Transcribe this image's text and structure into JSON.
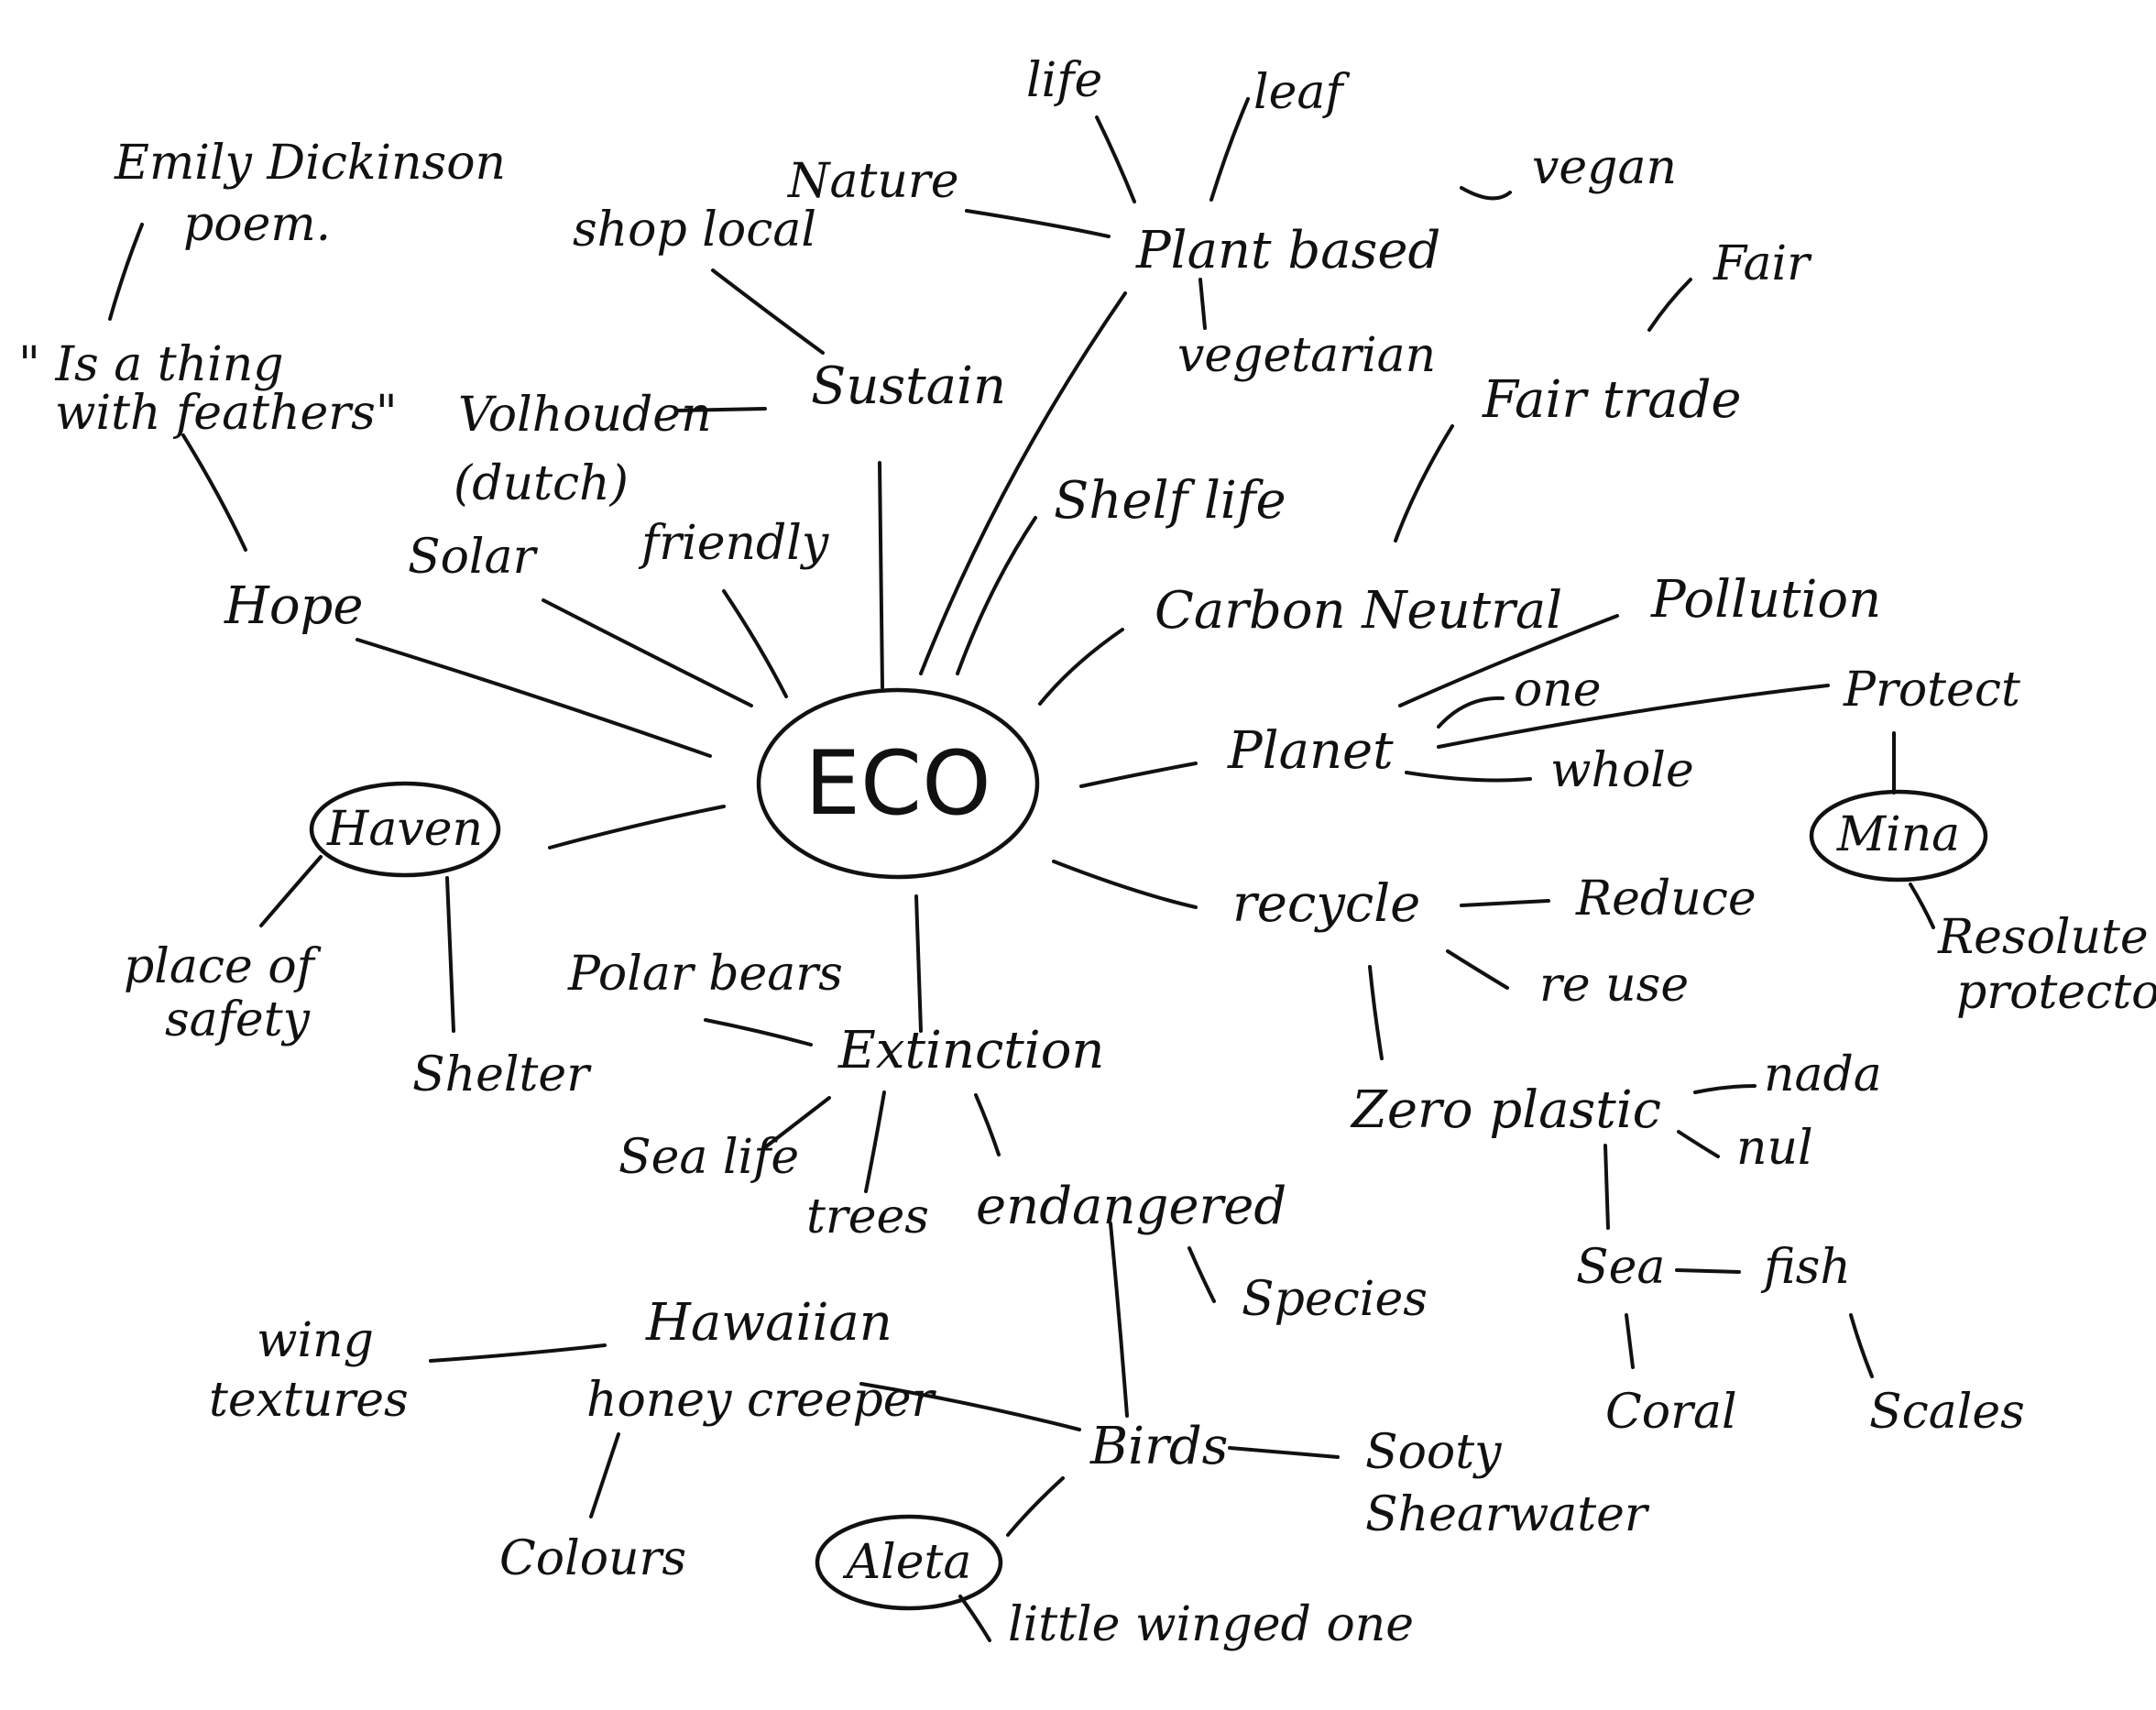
{
  "center": "ECO",
  "nodes": {
    "emily": [
      "Emily Dickinson",
      "poem."
    ],
    "quote": [
      "\" Is a thing",
      "with feathers\""
    ],
    "hope": "Hope",
    "shop_local": "shop local",
    "nature": "Nature",
    "volhouden": [
      "Volhouden",
      "(dutch)"
    ],
    "sustain": "Sustain",
    "solar": "Solar",
    "friendly": "friendly",
    "life": "life",
    "leaf": "leaf",
    "plant_based": "Plant based",
    "vegan": "vegan",
    "vegetarian": "vegetarian",
    "fair": "Fair",
    "fair_trade": "Fair trade",
    "shelf_life": "Shelf life",
    "carbon_neutral": "Carbon Neutral",
    "pollution": "Pollution",
    "one": "one",
    "protect": "Protect",
    "planet": "Planet",
    "whole": "whole",
    "mina": "Mina",
    "resolute": [
      "Resolute",
      "protector"
    ],
    "haven": "Haven",
    "place_of_safety": [
      "place of",
      "safety"
    ],
    "shelter": "Shelter",
    "recycle": "recycle",
    "reduce": "Reduce",
    "reuse": "re use",
    "polar_bears": "Polar bears",
    "extinction": "Extinction",
    "zero_plastic": "Zero plastic",
    "nada": "nada",
    "nul": "nul",
    "sea_life": "Sea life",
    "trees": "trees",
    "endangered": "endangered",
    "species": "Species",
    "sea": "Sea",
    "fish": "fish",
    "wing_textures": [
      "wing",
      "textures"
    ],
    "hawaiian": [
      "Hawaiian",
      "honey creeper"
    ],
    "coral": "Coral",
    "scales": "Scales",
    "birds": "Birds",
    "sooty": [
      "Sooty",
      "Shearwater"
    ],
    "colours": "Colours",
    "aleta": "Aleta",
    "little_winged_one": "little winged one"
  }
}
